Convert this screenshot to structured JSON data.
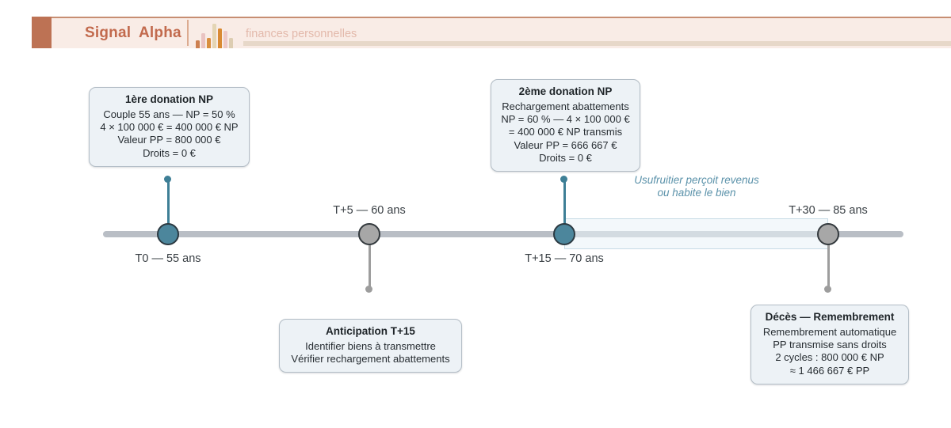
{
  "header": {
    "brand": "Signal Alpha",
    "subtitle": "finances personnelles",
    "accent_color": "#bd7254",
    "band_bg": "#f9ece6"
  },
  "timeline": {
    "events": [
      {
        "label": "T0 — 55 ans"
      },
      {
        "label": "T+5 — 60 ans"
      },
      {
        "label": "T+15 — 70 ans"
      },
      {
        "label": "T+30 — 85 ans"
      }
    ],
    "annotation": [
      "Usufruitier perçoit revenus",
      "ou habite le bien"
    ],
    "colors": {
      "milestone_teal": "#4c869c",
      "milestone_gray": "#a7a7a7",
      "bar": "#b9bec5",
      "annotation_text": "#5b92aa"
    }
  },
  "callouts": {
    "donation1": {
      "title": "1ère donation NP",
      "lines": [
        "Couple 55 ans — NP = 50 %",
        "4 × 100 000 € = 400 000 € NP",
        "Valeur PP = 800 000 €",
        "Droits = 0 €"
      ]
    },
    "donation2": {
      "title": "2ème donation NP",
      "lines": [
        "Rechargement abattements",
        "NP = 60 % — 4 × 100 000 €",
        "= 400 000 € NP transmis",
        "Valeur PP = 666 667 €",
        "Droits = 0 €"
      ]
    },
    "anticipation": {
      "title": "Anticipation T+15",
      "lines": [
        "Identifier biens à transmettre",
        "Vérifier rechargement abattements"
      ]
    },
    "deces": {
      "title": "Décès — Remembrement",
      "lines": [
        "Remembrement automatique",
        "PP transmise sans droits",
        "2 cycles : 800 000 € NP",
        "≈ 1 466 667 € PP"
      ]
    }
  }
}
